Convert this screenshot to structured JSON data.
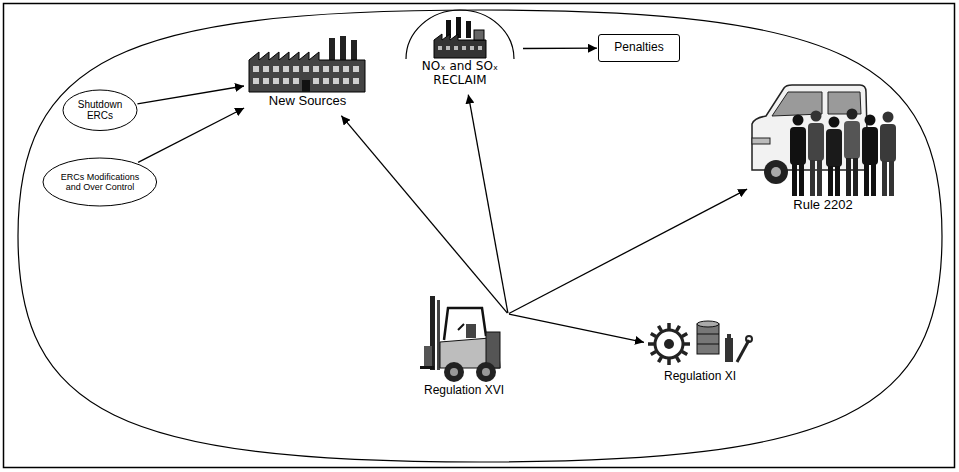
{
  "diagram": {
    "nodes": [
      {
        "text": [
          "Shutdown ERCs"
        ]
      },
      {
        "text": [
          "ERCs Modifications and Over Control"
        ]
      },
      {
        "text": [
          "NOₓ and SOₓ RECLAIM"
        ]
      },
      {
        "text": [
          "Penalties"
        ]
      },
      {
        "text": [
          "New Sources"
        ]
      },
      {
        "text": [
          "Rule 2202"
        ]
      },
      {
        "text": [
          "Regulation XI"
        ]
      },
      {
        "text": [
          "Regulation XVI"
        ]
      }
    ],
    "edges": [
      {
        "from": 0,
        "to": 4,
        "arrow": "to"
      },
      {
        "from": 1,
        "to": 4,
        "arrow": "to"
      },
      {
        "from": 2,
        "to": 3,
        "arrow": "to"
      },
      {
        "from": 7,
        "to": 4,
        "arrow": "to"
      },
      {
        "from": 7,
        "to": 2,
        "arrow": "to"
      },
      {
        "from": 7,
        "to": 5,
        "arrow": "to"
      },
      {
        "from": 7,
        "to": 6,
        "arrow": "to"
      }
    ]
  }
}
